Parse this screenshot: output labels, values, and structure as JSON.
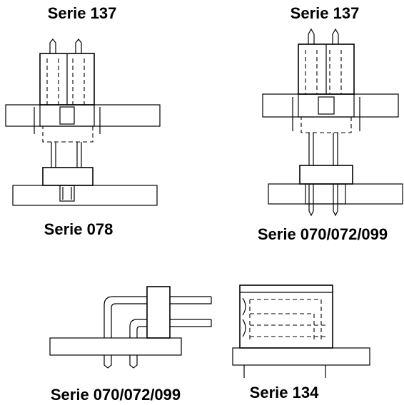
{
  "labels": {
    "top_left": "Serie 137",
    "top_right": "Serie 137",
    "mid_left": "Serie 078",
    "mid_right": "Serie 070/072/099",
    "bottom_left": "Serie 070/072/099",
    "bottom_right": "Serie 134"
  }
}
